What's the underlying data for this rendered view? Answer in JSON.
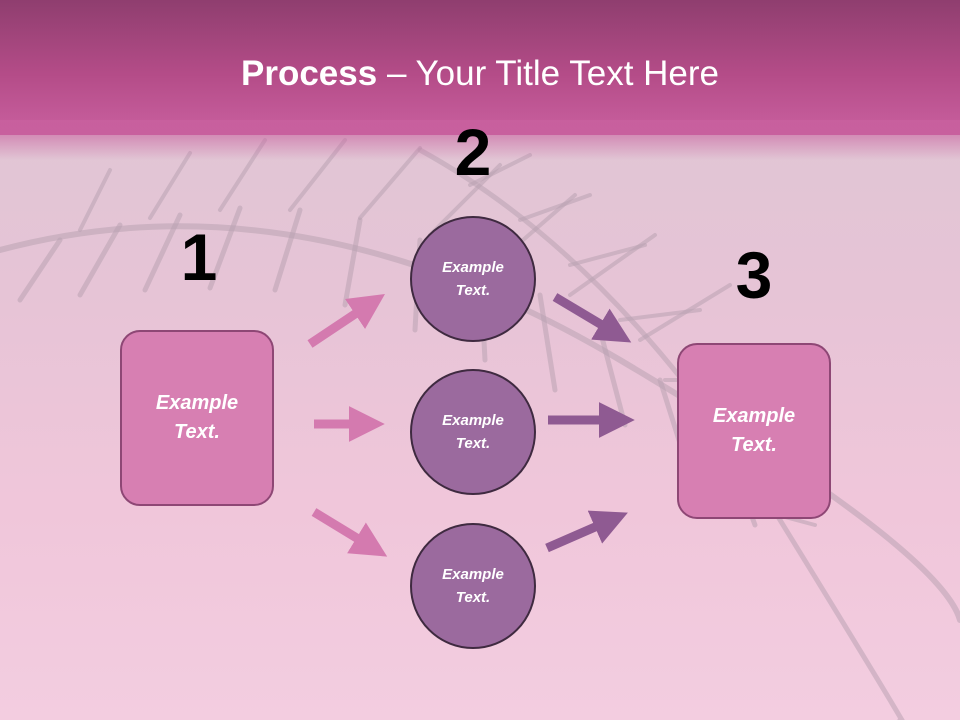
{
  "title": {
    "bold": "Process",
    "rest": " – Your Title Text Here"
  },
  "steps": [
    {
      "number": "1",
      "label": "Example\nText."
    },
    {
      "number": "2",
      "label": "Example\nText."
    },
    {
      "number": "3",
      "label": "Example\nText."
    }
  ],
  "circles": [
    {
      "label": "Example\nText."
    },
    {
      "label": "Example\nText."
    },
    {
      "label": "Example\nText."
    }
  ],
  "colors": {
    "header": "#b44c88",
    "box_fill": "#d77fb2",
    "circle_fill": "#9b6a9e",
    "arrow_pink": "#d47aaf",
    "arrow_purple": "#8f5a92"
  }
}
